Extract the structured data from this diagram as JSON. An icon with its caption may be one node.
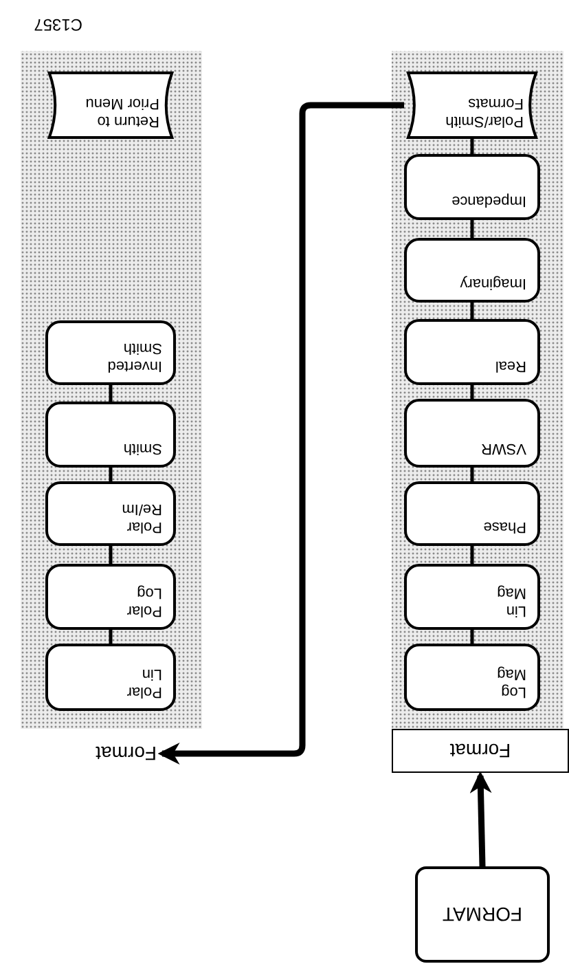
{
  "diagram": {
    "nodes": [
      {
        "text": [
          "FORMAT"
        ]
      },
      {
        "text": [
          "Format"
        ]
      },
      {
        "text": [
          "Format"
        ]
      },
      {
        "text": [
          "Log Mag"
        ]
      },
      {
        "text": [
          "Lin Mag"
        ]
      },
      {
        "text": [
          "Phase"
        ]
      },
      {
        "text": [
          "VSWR"
        ]
      },
      {
        "text": [
          "Real"
        ]
      },
      {
        "text": [
          "Imaginary"
        ]
      },
      {
        "text": [
          "Impedance"
        ]
      },
      {
        "text": [
          "Polar/Smith Formats"
        ]
      },
      {
        "text": [
          "Polar Lin"
        ]
      },
      {
        "text": [
          "Polar Log"
        ]
      },
      {
        "text": [
          "Polar Re/Im"
        ]
      },
      {
        "text": [
          "Smith"
        ]
      },
      {
        "text": [
          "Inverted Smith"
        ]
      },
      {
        "text": [
          "Return to Prior Menu"
        ]
      }
    ],
    "edges": [
      {
        "from": 0,
        "to": 1,
        "arrow": "to",
        "style": "thick"
      },
      {
        "from": 10,
        "to": 2,
        "arrow": "to",
        "style": "thick"
      },
      {
        "from": 3,
        "to": 4,
        "arrow": "none"
      },
      {
        "from": 4,
        "to": 5,
        "arrow": "none"
      },
      {
        "from": 5,
        "to": 6,
        "arrow": "none"
      },
      {
        "from": 6,
        "to": 7,
        "arrow": "none"
      },
      {
        "from": 7,
        "to": 8,
        "arrow": "none"
      },
      {
        "from": 8,
        "to": 9,
        "arrow": "none"
      },
      {
        "from": 9,
        "to": 10,
        "arrow": "none"
      },
      {
        "from": 11,
        "to": 12,
        "arrow": "none"
      },
      {
        "from": 12,
        "to": 13,
        "arrow": "none"
      },
      {
        "from": 13,
        "to": 14,
        "arrow": "none"
      },
      {
        "from": 14,
        "to": 15,
        "arrow": "none"
      }
    ],
    "labels": [
      "C1357"
    ]
  }
}
